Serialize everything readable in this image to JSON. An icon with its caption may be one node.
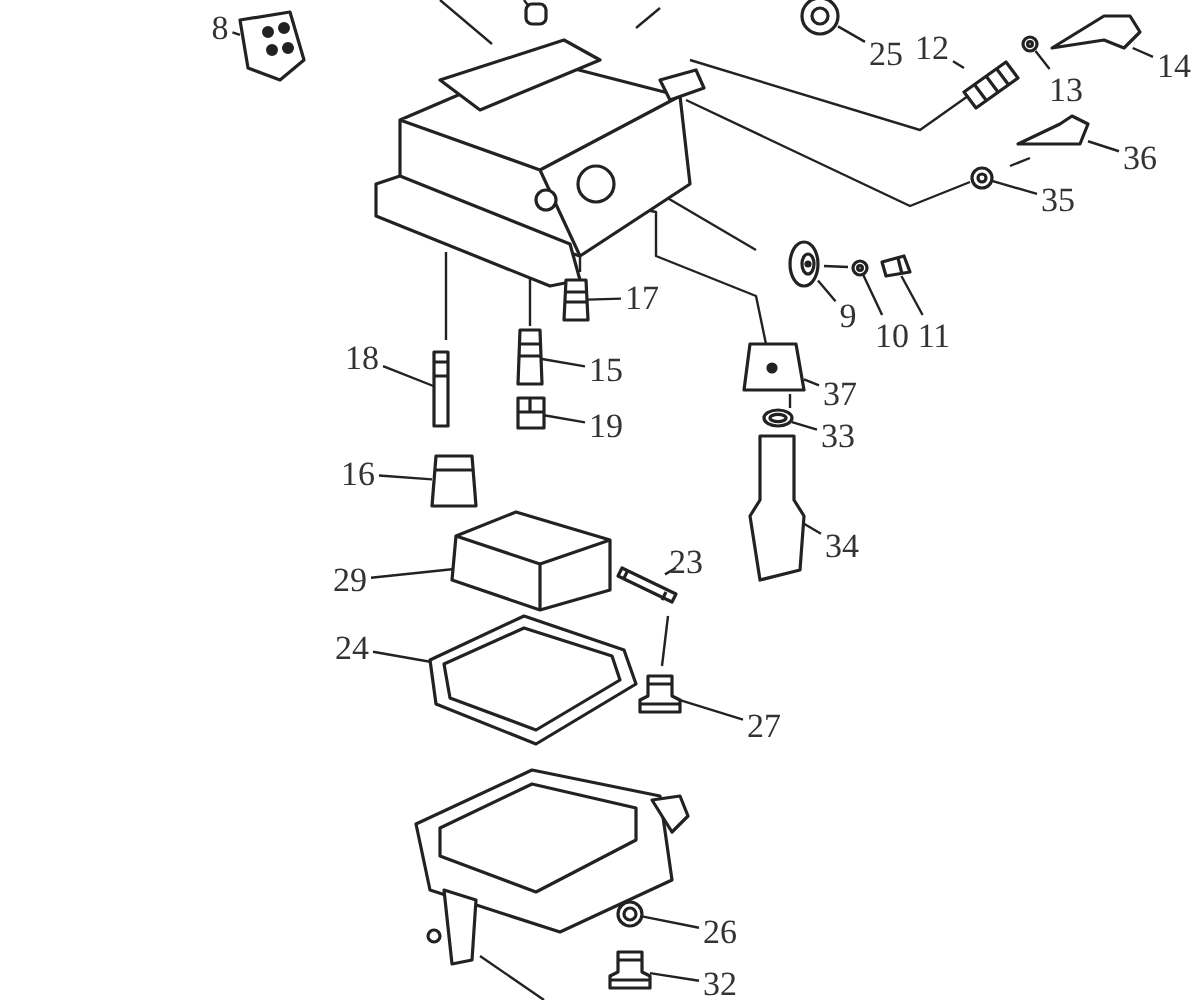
{
  "diagram": {
    "nodes": [
      {
        "text": [
          "8"
        ]
      },
      {
        "text": [
          "25"
        ]
      },
      {
        "text": [
          "12"
        ]
      },
      {
        "text": [
          "13"
        ]
      },
      {
        "text": [
          "14"
        ]
      },
      {
        "text": [
          "36"
        ]
      },
      {
        "text": [
          "35"
        ]
      },
      {
        "text": [
          "9"
        ]
      },
      {
        "text": [
          "10"
        ]
      },
      {
        "text": [
          "11"
        ]
      },
      {
        "text": [
          "17"
        ]
      },
      {
        "text": [
          "18"
        ]
      },
      {
        "text": [
          "15"
        ]
      },
      {
        "text": [
          "37"
        ]
      },
      {
        "text": [
          "19"
        ]
      },
      {
        "text": [
          "33"
        ]
      },
      {
        "text": [
          "16"
        ]
      },
      {
        "text": [
          "34"
        ]
      },
      {
        "text": [
          "23"
        ]
      },
      {
        "text": [
          "29"
        ]
      },
      {
        "text": [
          "24"
        ]
      },
      {
        "text": [
          "27"
        ]
      },
      {
        "text": [
          "26"
        ]
      },
      {
        "text": [
          "32"
        ]
      },
      {
        "text": [],
        "shape": "picture"
      },
      {
        "text": [],
        "shape": "picture"
      },
      {
        "text": [],
        "shape": "picture"
      },
      {
        "text": [],
        "shape": "picture"
      },
      {
        "text": [],
        "shape": "picture"
      },
      {
        "text": [],
        "shape": "picture"
      },
      {
        "text": [],
        "shape": "picture"
      },
      {
        "text": [],
        "shape": "picture"
      },
      {
        "text": [],
        "shape": "picture"
      },
      {
        "text": [],
        "shape": "picture"
      },
      {
        "text": [],
        "shape": "picture"
      },
      {
        "text": [],
        "shape": "picture"
      },
      {
        "text": [],
        "shape": "picture"
      },
      {
        "text": [],
        "shape": "picture"
      },
      {
        "text": [],
        "shape": "picture"
      },
      {
        "text": [],
        "shape": "picture"
      },
      {
        "text": [],
        "shape": "picture"
      },
      {
        "text": [],
        "shape": "picture"
      },
      {
        "text": [],
        "shape": "picture"
      },
      {
        "text": [],
        "shape": "picture"
      },
      {
        "text": [],
        "shape": "picture"
      },
      {
        "text": [],
        "shape": "picture"
      },
      {
        "text": [],
        "shape": "picture"
      },
      {
        "text": [],
        "shape": "picture"
      }
    ],
    "edges": [
      {
        "from": 0,
        "to": 24,
        "arrow": "none"
      },
      {
        "from": 1,
        "to": 25,
        "arrow": "none"
      },
      {
        "from": 2,
        "to": 26,
        "arrow": "none"
      },
      {
        "from": 3,
        "to": 27,
        "arrow": "none"
      },
      {
        "from": 4,
        "to": 28,
        "arrow": "none"
      },
      {
        "from": 5,
        "to": 29,
        "arrow": "none"
      },
      {
        "from": 6,
        "to": 30,
        "arrow": "none"
      },
      {
        "from": 7,
        "to": 31,
        "arrow": "none"
      },
      {
        "from": 8,
        "to": 32,
        "arrow": "none"
      },
      {
        "from": 9,
        "to": 33,
        "arrow": "none"
      },
      {
        "from": 10,
        "to": 34,
        "arrow": "none"
      },
      {
        "from": 11,
        "to": 35,
        "arrow": "none"
      },
      {
        "from": 12,
        "to": 36,
        "arrow": "none"
      },
      {
        "from": 13,
        "to": 37,
        "arrow": "none"
      },
      {
        "from": 14,
        "to": 38,
        "arrow": "none"
      },
      {
        "from": 15,
        "to": 39,
        "arrow": "none"
      },
      {
        "from": 16,
        "to": 40,
        "arrow": "none"
      },
      {
        "from": 17,
        "to": 41,
        "arrow": "none"
      },
      {
        "from": 18,
        "to": 42,
        "arrow": "none"
      },
      {
        "from": 19,
        "to": 43,
        "arrow": "none"
      },
      {
        "from": 20,
        "to": 44,
        "arrow": "none"
      },
      {
        "from": 21,
        "to": 45,
        "arrow": "none"
      },
      {
        "from": 22,
        "to": 46,
        "arrow": "none"
      },
      {
        "from": 23,
        "to": 47,
        "arrow": "none"
      }
    ]
  }
}
